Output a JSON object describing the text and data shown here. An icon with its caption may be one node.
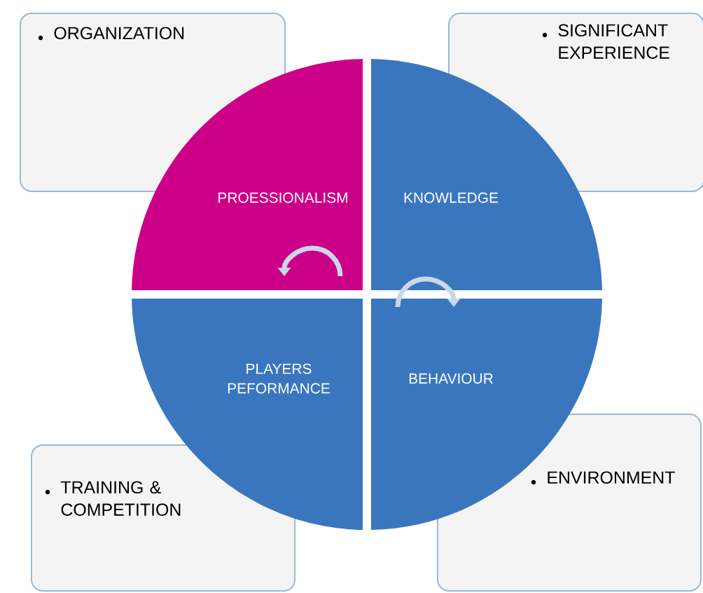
{
  "diagram": {
    "nodes": [
      {
        "text": [
          "ORGANIZATION"
        ]
      },
      {
        "text": [
          "SIGNIFICANT EXPERIENCE"
        ]
      },
      {
        "text": [
          "PROESSIONALISM"
        ]
      },
      {
        "text": [
          "KNOWLEDGE"
        ]
      },
      {
        "text": [
          "PLAYERS PEFORMANCE"
        ]
      },
      {
        "text": [
          "BEHAVIOUR"
        ]
      },
      {
        "text": [
          "TRAINING & COMPETITION"
        ]
      },
      {
        "text": [
          "ENVIRONMENT"
        ]
      }
    ]
  }
}
